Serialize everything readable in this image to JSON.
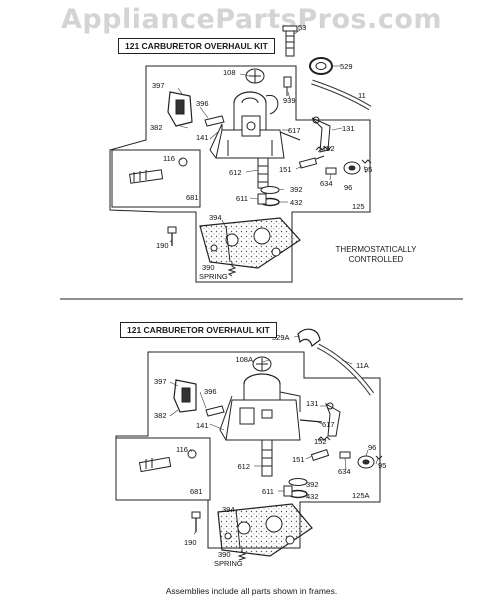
{
  "watermark": "AppliancePartsPros.com",
  "top": {
    "kit_label": "121  CARBURETOR OVERHAUL KIT",
    "note": [
      "THERMOSTATICALLY",
      "CONTROLLED"
    ],
    "labels": {
      "p53": "53",
      "p529": "529",
      "p108": "108",
      "p397": "397",
      "p396": "396",
      "p939": "939",
      "p11": "11",
      "p382": "382",
      "p141": "141",
      "p617": "617",
      "p131": "131",
      "p152": "152",
      "p116": "116",
      "p612": "612",
      "p151": "151",
      "p634": "634",
      "p96": "96",
      "p95": "95",
      "p681": "681",
      "p392": "392",
      "p611": "611",
      "p432": "432",
      "p125": "125",
      "p394": "394",
      "p190": "190",
      "p390": "390",
      "spring": "SPRING"
    }
  },
  "bottom": {
    "kit_label": "121  CARBURETOR OVERHAUL KIT",
    "labels": {
      "p529A": "529A",
      "p108A": "108A",
      "p11A": "11A",
      "p397": "397",
      "p396": "396",
      "p382": "382",
      "p141": "141",
      "p131": "131",
      "p617": "617",
      "p152": "152",
      "p116": "116",
      "p151": "151",
      "p612": "612",
      "p96": "96",
      "p634": "634",
      "p95": "95",
      "p681": "681",
      "p392": "392",
      "p611": "611",
      "p432": "432",
      "p125A": "125A",
      "p394": "394",
      "p190": "190",
      "p390": "390",
      "spring": "SPRING"
    }
  },
  "caption": "Assemblies include all parts shown in frames."
}
